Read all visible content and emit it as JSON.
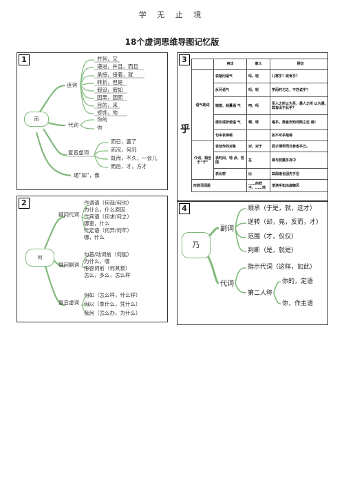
{
  "header": {
    "text": "学 无 止 境"
  },
  "title": "18个虚词思维导图记忆版",
  "p1": {
    "num": "1",
    "center": "而",
    "lianci": "连词",
    "lianci_items": [
      "并列，又",
      "递进，并且，而且",
      "承接，接着，就",
      "转折，但是",
      "假设，假如",
      "因果，因而",
      "目的，来",
      "修饰，地"
    ],
    "daici": "代词",
    "daici_items": [
      "你的",
      "你"
    ],
    "fuyin": "复音虚词",
    "fuyin_items": [
      "而已，罢了",
      "而况，何况",
      "既而，不久，一会儿",
      "而后，才，方才"
    ],
    "tong": "通“如”，像"
  },
  "p2": {
    "num": "2",
    "center": "何",
    "yiwen_daici": "疑问代词",
    "yiwen_daici_items": [
      "作谓语（何哉/何也）",
      "为什么，什么原因",
      "作宾语（何求/何之）",
      "哪里，什么",
      "作定语（何异/何年）",
      "哪，什么"
    ],
    "yiwen_fuci": "疑问副词",
    "yiwen_fuci_items": [
      "句首/动词前（何能）",
      "为什么，哪",
      "形容词前（何其衰）",
      "怎么，多么，怎么样"
    ],
    "fuyin": "复音虚词",
    "fuyin_items": [
      "何如（怎么样，什么样）",
      "何以（拿什么，凭什么）",
      "奈何（怎么办，为什么）"
    ]
  },
  "p3": {
    "num": "3",
    "side": "乎",
    "headers": [
      "用法",
      "意义",
      "例句"
    ],
    "group1": "语气助词",
    "rows1": [
      [
        "表疑问语气",
        "吗，呢",
        "儿寒乎？欲食乎？"
      ],
      [
        "反问语气",
        "吗，呢",
        "学而时习之，不亦说乎？"
      ],
      [
        "揣度、商量语 气",
        "吧，吗",
        "圣人之所以为圣，愚人之所 以为愚，其皆出于此乎？"
      ],
      [
        "感叹或祈使语 气",
        "啊，呀",
        "嗟乎，燕雀安知鸿鹄之志 哉！"
      ],
      [
        "句中表停顿",
        "",
        "如不可乎哉得"
      ]
    ],
    "group2": "介词，相当 于“于”",
    "rows2": [
      [
        "表动作的对象",
        "对，对于",
        "君子博学而日参省乎己。"
      ],
      [
        "表时间、地 点、范围",
        "在",
        "相与枕籍乎舟中"
      ],
      [
        "表比较",
        "比",
        "其闻道也固先乎吾"
      ]
    ],
    "last": [
      "形容词词尾",
      "……的样子，……地",
      "浩浩乎如冯虚御风"
    ]
  },
  "p4": {
    "num": "4",
    "center": "乃",
    "fuci": "副词",
    "fuci_items": [
      "顺承（于是，就，这才）",
      "逆转（却，竟，反而，才）",
      "范围（才，仅仅）",
      "判断（是，就是）"
    ],
    "daici": "代词",
    "zhishi": "指示代词（这样，如此）",
    "dierren": "第二人称",
    "dierren_items": [
      "你的，定语",
      "你，作主语"
    ]
  },
  "colors": {
    "green": "#7fb97a",
    "border": "#333333"
  }
}
